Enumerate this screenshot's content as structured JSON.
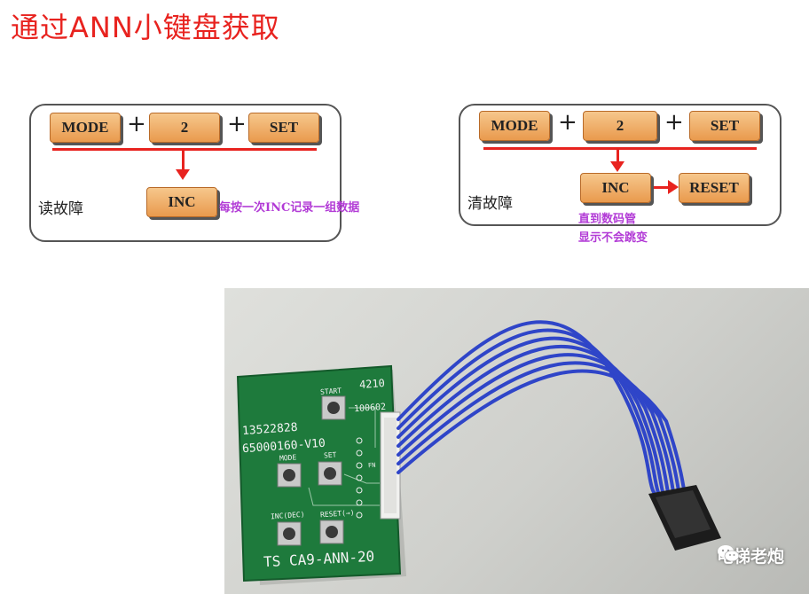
{
  "title": "通过ANN小键盘获取",
  "left_panel": {
    "keys": [
      "MODE",
      "2",
      "SET"
    ],
    "plus": "+",
    "result_key": "INC",
    "label": "读故障",
    "note": "每按一次INC记录一组数据"
  },
  "right_panel": {
    "keys": [
      "MODE",
      "2",
      "SET"
    ],
    "plus": "+",
    "result_key": "INC",
    "reset_key": "RESET",
    "label": "清故障",
    "note_line1": "直到数码管",
    "note_line2": "显示不会跳变"
  },
  "photo": {
    "board_label_top": "4210",
    "board_label_start": "START",
    "board_label_code": "100602",
    "board_part_no": "13522828",
    "board_part_no2": "65000160-V10",
    "btn_mode": "MODE",
    "btn_set": "SET",
    "btn_inc": "INC(DEC)",
    "btn_reset": "RESET(→)",
    "fn": "FN",
    "bottom_text": "TS CA9-ANN-20"
  },
  "watermark": "电梯老炮",
  "colors": {
    "title": "#e8231f",
    "arrow": "#e8231f",
    "note": "#b23bd6",
    "key": "#e99a4d",
    "wire": "#2f45c8",
    "pcb": "#1e7a3c"
  }
}
